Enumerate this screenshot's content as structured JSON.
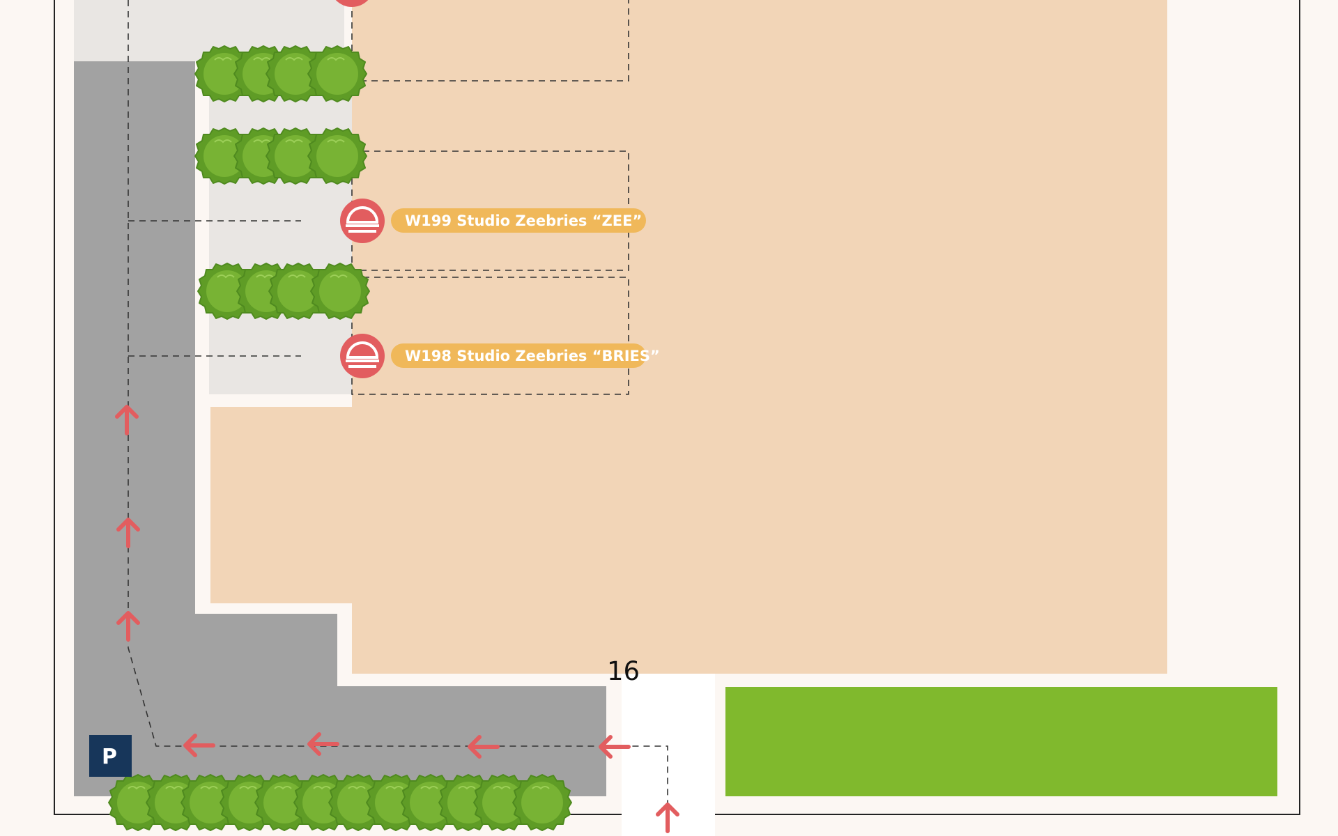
{
  "map": {
    "colors": {
      "background": "#fcf7f3",
      "building": "#f2d5b7",
      "paved_light": "#e9e6e3",
      "road": "#a2a2a2",
      "lawn": "#80b92d",
      "tree": "#72ad2f",
      "arrow": "#e25d5f",
      "marker": "#e25d5f",
      "label_bg": "#f0b85a",
      "parking": "#17365a"
    },
    "icons": {
      "studio_marker": "studio-pin-icon",
      "direction": "arrow-icon",
      "tree": "tree-icon"
    },
    "studios": [
      {
        "label": "W199 Studio Zeebries “ZEE”"
      },
      {
        "label": "W198 Studio Zeebries “BRIES”"
      }
    ],
    "gate_number": "16",
    "parking_label": "P"
  }
}
